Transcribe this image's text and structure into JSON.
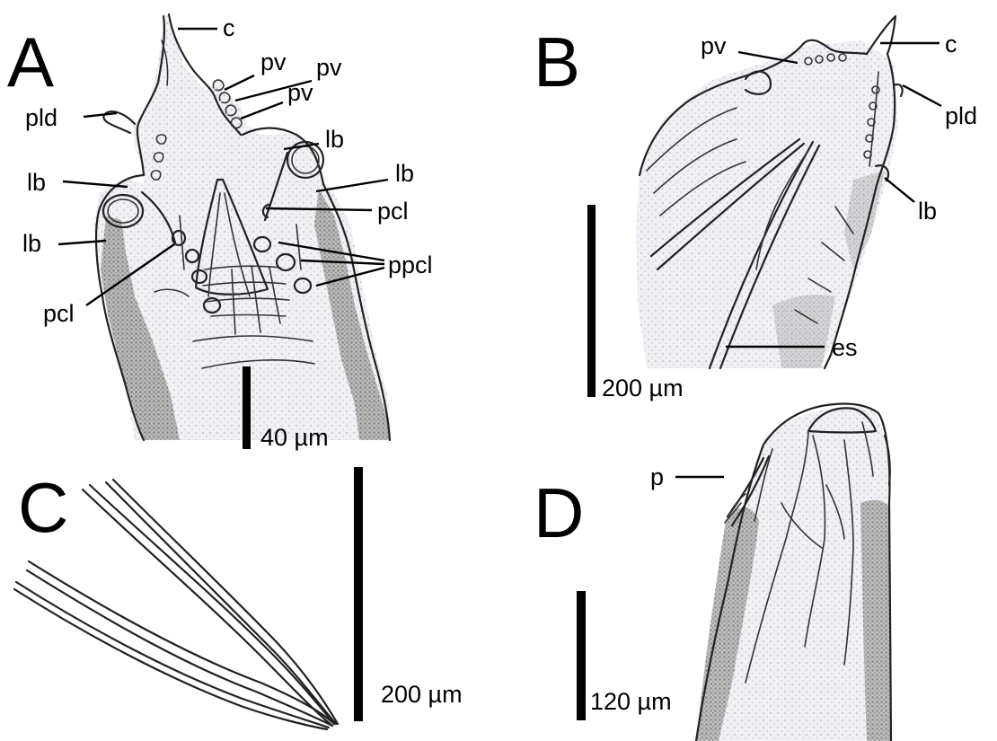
{
  "panels": {
    "A": {
      "letter": "A",
      "labels": [
        "c",
        "pv",
        "pv",
        "pv",
        "pld",
        "lb",
        "lb",
        "lb",
        "lb",
        "pcl",
        "pcl",
        "ppcl"
      ],
      "scale": "40 µm"
    },
    "B": {
      "letter": "B",
      "labels": [
        "pv",
        "c",
        "pld",
        "lb",
        "es"
      ],
      "scale": "200 µm"
    },
    "C": {
      "letter": "C",
      "scale": "200 µm"
    },
    "D": {
      "letter": "D",
      "labels": [
        "p"
      ],
      "scale": "120 µm"
    }
  },
  "colors": {
    "ink": "#000000",
    "tissue_light": "#e6e4ee",
    "tissue_dark": "#9a9a9a"
  }
}
